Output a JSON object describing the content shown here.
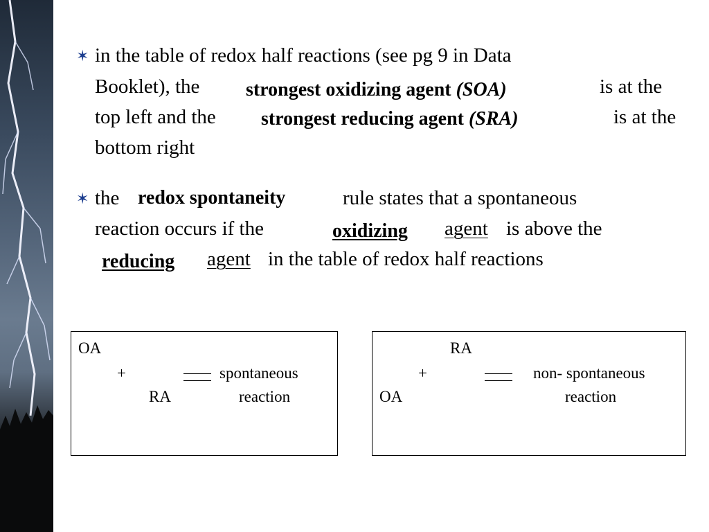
{
  "bullets": [
    {
      "line1": "in the table of redox half reactions (see pg 9 in Data",
      "line2_a": "Booklet), the",
      "soa_bold": "strongest oxidizing agent",
      "soa_ital": "(SOA)",
      "line2_b": "is at the",
      "line3_a": "top left and the",
      "sra_bold": "strongest reducing agent",
      "sra_ital": "(SRA)",
      "line3_b": "is at the",
      "line4": "bottom right"
    },
    {
      "line1_a": "the",
      "term": "redox spontaneity",
      "line1_b": "rule states that a spontaneous",
      "line2_a": "reaction occurs if the",
      "oxidizing": "oxidizing",
      "agent1": "agent",
      "line2_b": "is above the",
      "reducing": "reducing",
      "agent2": "agent",
      "line3_b": "in the table of redox half reactions"
    }
  ],
  "box_left": {
    "top": "OA",
    "plus": "+",
    "bottom": "RA",
    "label1": "spontaneous",
    "label2": "reaction"
  },
  "box_right": {
    "top": "RA",
    "plus": "+",
    "bottom": "OA",
    "label1": "non- spontaneous",
    "label2": "reaction"
  },
  "colors": {
    "bullet": "#1a3c8e",
    "text": "#000000"
  },
  "icons": {
    "bullet": "star-bullet-icon",
    "photo": "lightning-photo"
  }
}
